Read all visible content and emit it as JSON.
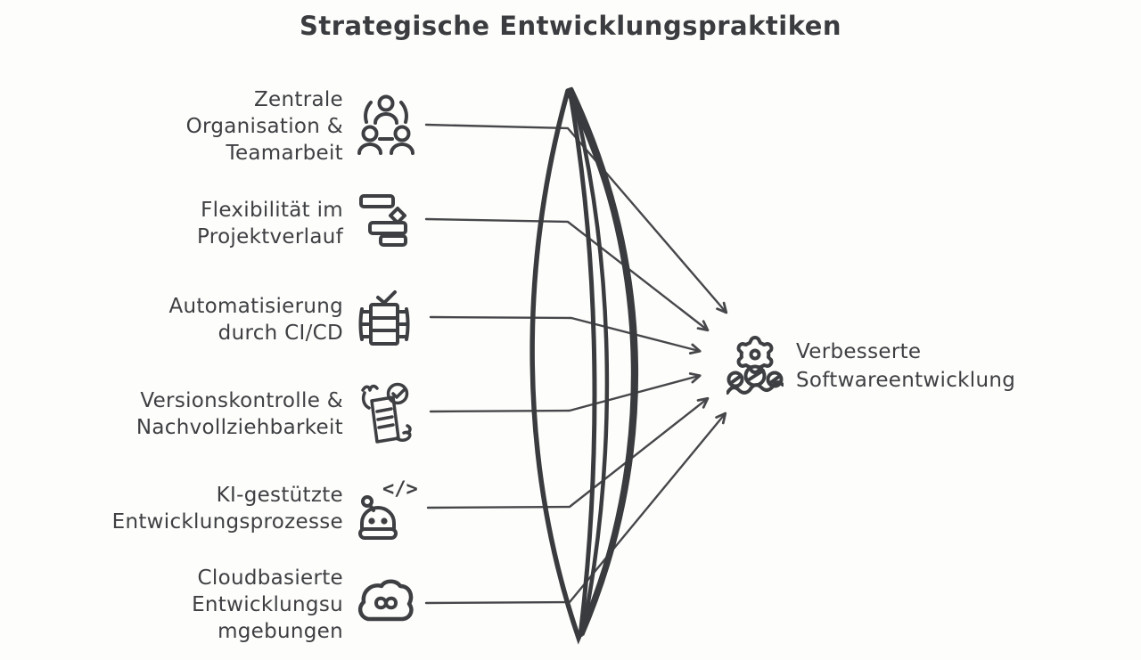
{
  "title": "Strategische Entwicklungspraktiken",
  "colors": {
    "ink": "#3d3f42",
    "lens_stroke": "#3a3b3e",
    "connector_stroke": "#46474a",
    "background": "#fdfdfb"
  },
  "practices": [
    {
      "name": "Zentrale Organisation & Teamarbeit",
      "lines": [
        "Zentrale",
        "Organisation &",
        "Teamarbeit"
      ],
      "icon": "team-network-icon"
    },
    {
      "name": "Flexibilität im Projektverlauf",
      "lines": [
        "Flexibilität im",
        "Projektverlauf"
      ],
      "icon": "gantt-tasks-icon"
    },
    {
      "name": "Automatisierung durch CI/CD",
      "lines": [
        "Automatisierung",
        "durch CI/CD"
      ],
      "icon": "server-check-icon"
    },
    {
      "name": "Versionskontrolle & Nachvollziehbarkeit",
      "lines": [
        "Versionskontrolle &",
        "Nachvollziehbarkeit"
      ],
      "icon": "document-verified-icon"
    },
    {
      "name": "KI-gestützte Entwicklungsprozesse",
      "lines": [
        "KI-gestützte",
        "Entwicklungsprozesse"
      ],
      "icon": "robot-code-icon"
    },
    {
      "name": "Cloudbasierte Entwicklungsumgebungen",
      "lines": [
        "Cloudbasierte",
        "Entwicklungsu",
        "mgebungen"
      ],
      "icon": "cloud-loop-icon"
    }
  ],
  "outcome": {
    "name": "Verbesserte Softwareentwicklung",
    "lines": [
      "Verbesserte",
      "Softwareentwicklung"
    ],
    "icon": "gear-team-icon"
  },
  "glyphs": {
    "code": "</>"
  }
}
